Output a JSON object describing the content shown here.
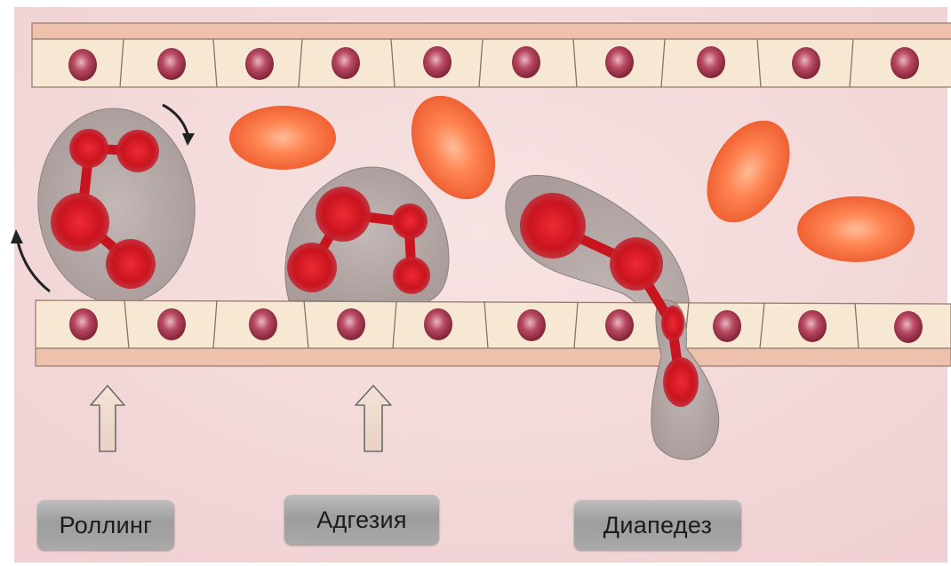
{
  "diagram": {
    "stages": [
      {
        "id": "rolling",
        "label": "Роллинг"
      },
      {
        "id": "adhesion",
        "label": "Адгезия"
      },
      {
        "id": "diapedesis",
        "label": "Диапедез"
      }
    ],
    "colors": {
      "background": "#f4dcdc",
      "wall": "#efc2b0",
      "endothelium": "#f6e8d2",
      "nucleus": "#a8344e",
      "leukocyte": "#b5a9a7",
      "leukocyte_nucleus": "#c41424",
      "erythrocyte": "#f06a3a"
    },
    "icons": [
      "up-arrow-icon",
      "rotation-arrow-icon"
    ]
  }
}
